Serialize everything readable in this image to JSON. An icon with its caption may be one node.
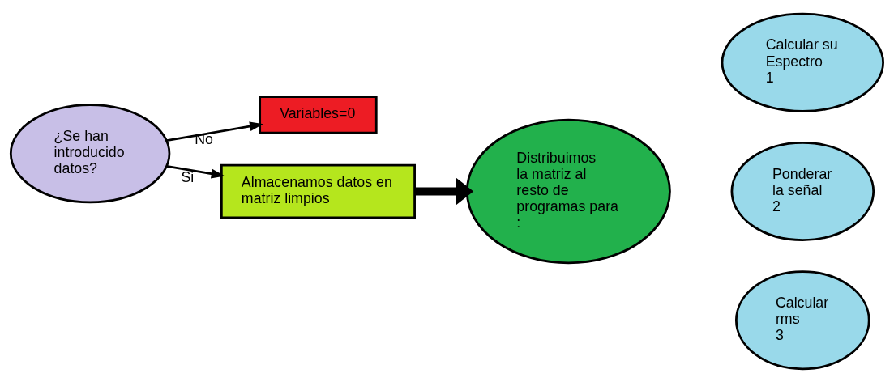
{
  "diagram": {
    "nodes": [
      {
        "text": [
          "¿Se han introducido datos?"
        ]
      },
      {
        "text": [
          "Variables=0"
        ]
      },
      {
        "text": [
          "Almacenamos datos en matriz limpios"
        ]
      },
      {
        "text": [
          "Distribuimos la matriz al resto de programas para :"
        ]
      },
      {
        "text": [
          "Calcular su Espectro",
          "1"
        ]
      },
      {
        "text": [
          "Ponderar la señal",
          "2"
        ]
      },
      {
        "text": [
          "Calcular rms",
          "3"
        ]
      }
    ],
    "edges": [
      {
        "from": 0,
        "to": 1,
        "arrow": "to",
        "label": "No"
      },
      {
        "from": 0,
        "to": 2,
        "arrow": "to",
        "label": "Si"
      },
      {
        "from": 2,
        "to": 3,
        "arrow": "to",
        "style": "thick"
      }
    ]
  }
}
